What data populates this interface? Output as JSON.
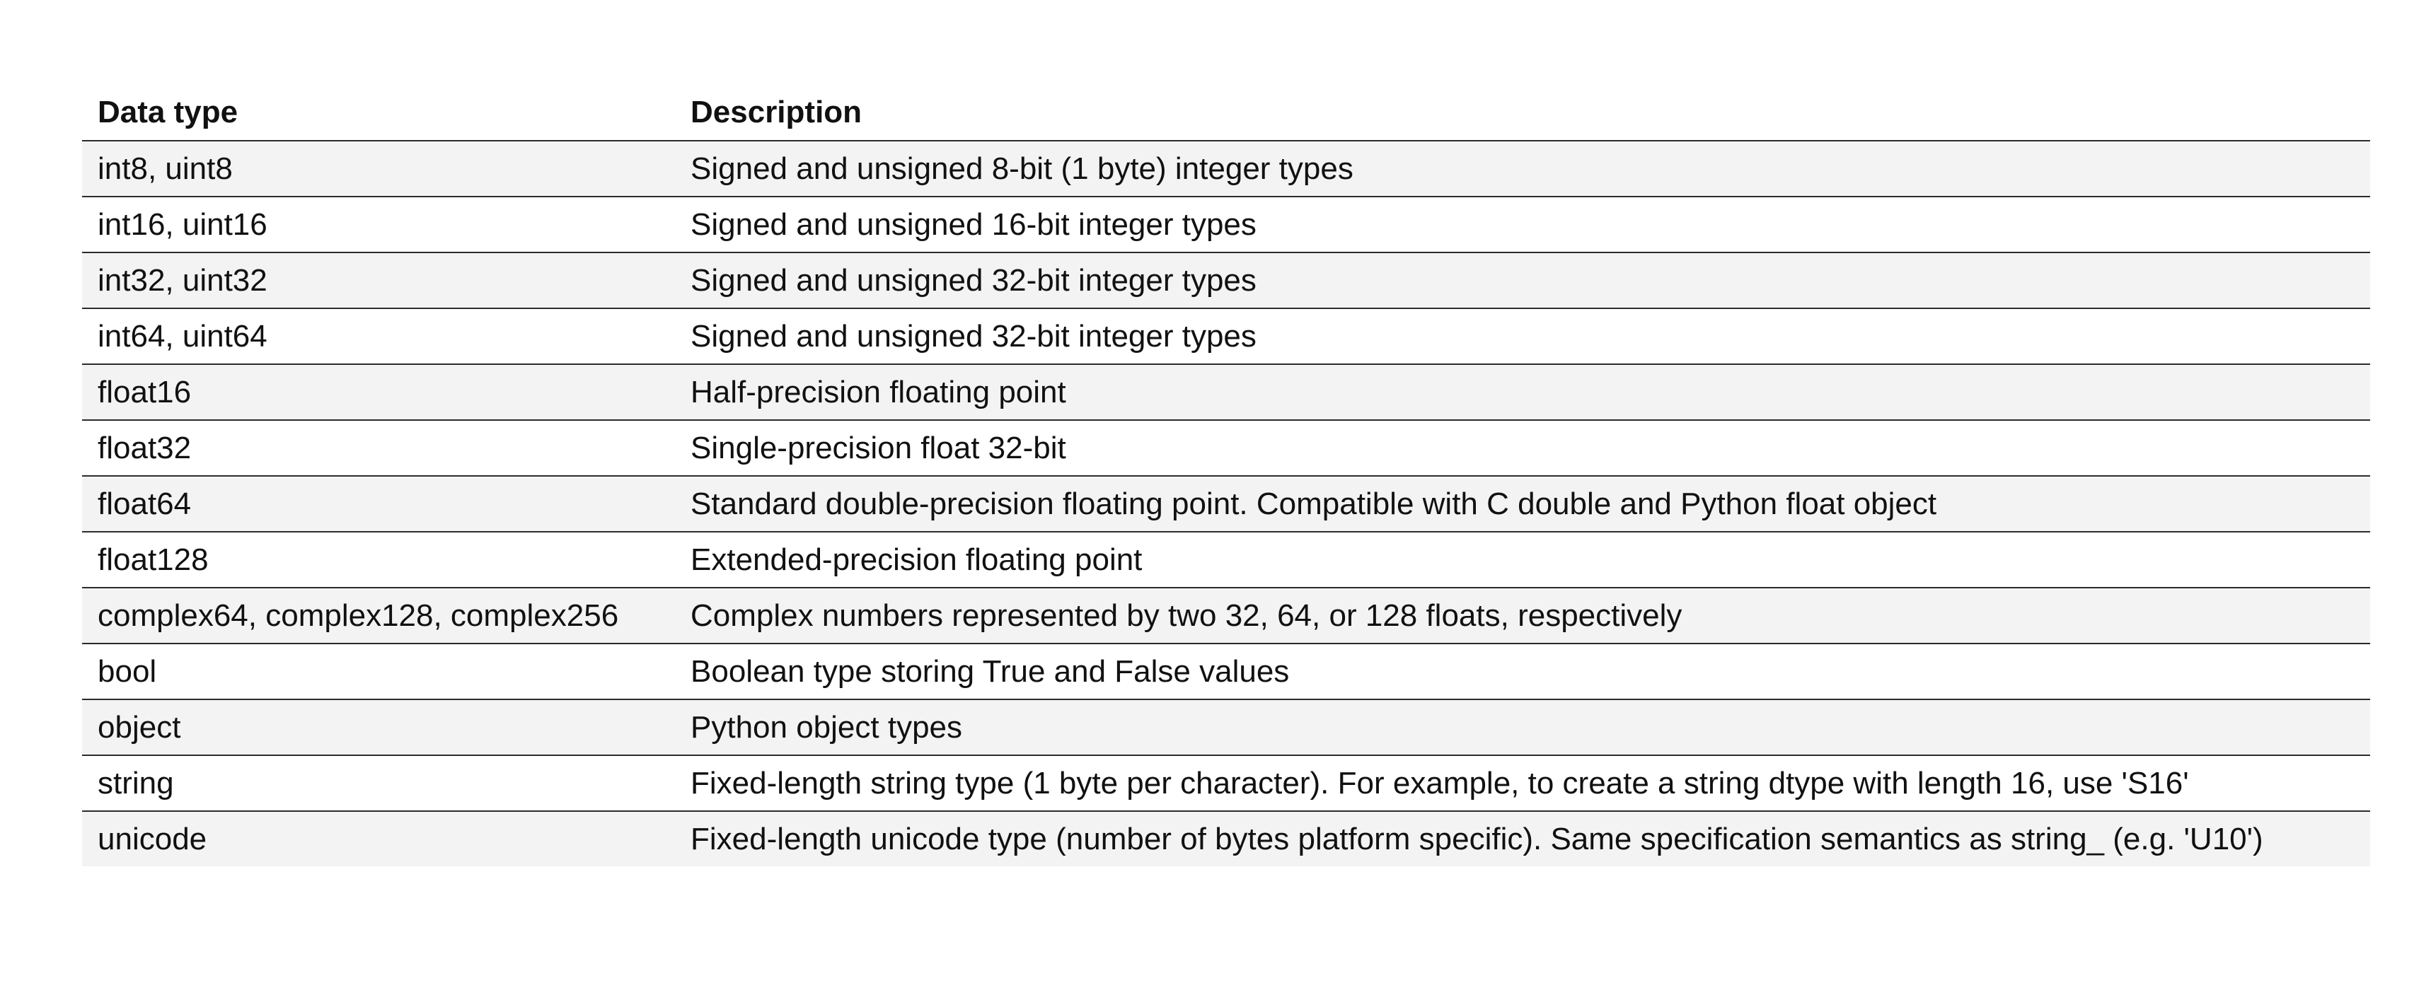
{
  "table": {
    "headers": [
      "Data type",
      "Description"
    ],
    "rows": [
      [
        "int8, uint8",
        "Signed and unsigned 8-bit (1 byte) integer types"
      ],
      [
        "int16, uint16",
        "Signed and unsigned 16-bit integer types"
      ],
      [
        "int32, uint32",
        "Signed and unsigned 32-bit integer types"
      ],
      [
        "int64, uint64",
        "Signed and unsigned 32-bit integer types"
      ],
      [
        "float16",
        "Half-precision floating point"
      ],
      [
        "float32",
        "Single-precision float 32-bit"
      ],
      [
        "float64",
        "Standard double-precision floating point. Compatible with C double and Python float object"
      ],
      [
        "float128",
        "Extended-precision floating point"
      ],
      [
        "complex64, complex128, complex256",
        "Complex numbers represented by two 32, 64, or 128 floats, respectively"
      ],
      [
        "bool",
        "Boolean type storing True and False values"
      ],
      [
        "object",
        "Python object types"
      ],
      [
        "string",
        "Fixed-length string type (1 byte per character). For example, to create a string dtype with length 16, use 'S16'"
      ],
      [
        "unicode",
        "Fixed-length unicode type (number of bytes platform specific). Same specification semantics as string_ (e.g. 'U10')"
      ]
    ]
  }
}
